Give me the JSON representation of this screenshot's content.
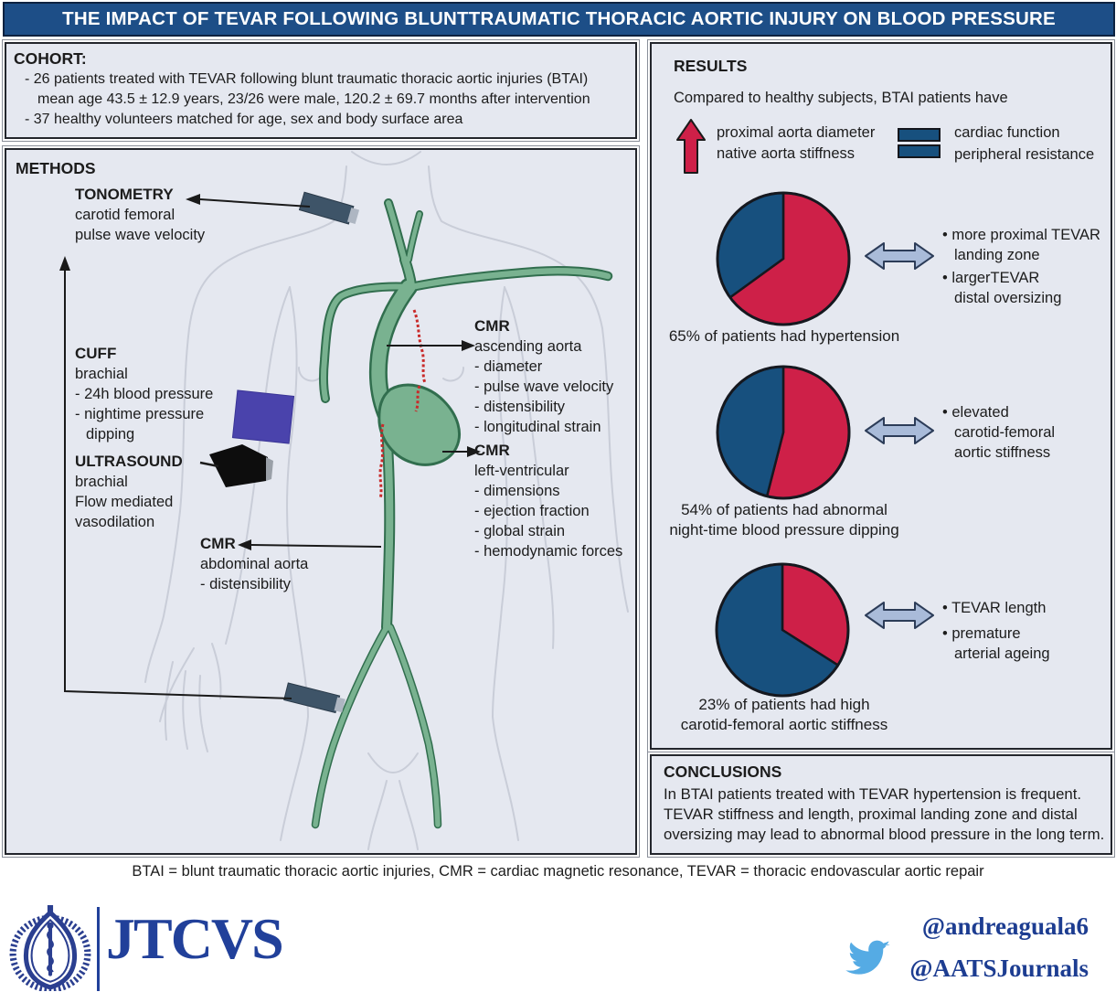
{
  "title": "THE IMPACT OF TEVAR FOLLOWING BLUNTTRAUMATIC THORACIC AORTIC INJURY ON BLOOD PRESSURE",
  "cohort": {
    "heading": "COHORT:",
    "lines": [
      "- 26 patients treated with TEVAR following blunt traumatic thoracic aortic injuries (BTAI)",
      "mean age 43.5 ± 12.9 years, 23/26 were male, 120.2 ± 69.7 months after intervention",
      "- 37 healthy volunteers matched for age, sex and body surface area"
    ]
  },
  "methods": {
    "heading": "METHODS",
    "tonometry": {
      "title": "TONOMETRY",
      "lines": [
        "carotid femoral",
        "pulse wave velocity"
      ]
    },
    "cuff": {
      "title": "CUFF",
      "lines": [
        "brachial",
        "- 24h blood pressure",
        "- nightime pressure",
        "dipping"
      ]
    },
    "ultrasound": {
      "title": "ULTRASOUND",
      "lines": [
        "brachial",
        "Flow mediated",
        "vasodilation"
      ]
    },
    "cmr_abdominal": {
      "title": "CMR",
      "lines": [
        "abdominal aorta",
        "- distensibility"
      ]
    },
    "cmr_ascending": {
      "title": "CMR",
      "lines": [
        "ascending aorta",
        "- diameter",
        "- pulse wave velocity",
        "- distensibility",
        "- longitudinal strain"
      ]
    },
    "cmr_left_ventricular": {
      "title": "CMR",
      "lines": [
        "left-ventricular",
        "- dimensions",
        "- ejection fraction",
        "- global strain",
        "- hemodynamic forces"
      ]
    }
  },
  "results": {
    "heading": "RESULTS",
    "intro": "Compared to healthy subjects, BTAI patients have",
    "legend": {
      "increase_icon": "up-arrow",
      "increase_items": [
        "proximal aorta diameter",
        "native aorta stiffness"
      ],
      "equal_icon": "double-bars",
      "equal_items": [
        "cardiac function",
        "peripheral resistance"
      ]
    }
  },
  "chart_data": [
    {
      "type": "pie",
      "caption_lines": [
        "65% of patients had hypertension"
      ],
      "slices": [
        {
          "label": "patients with hypertension",
          "value": 65,
          "color": "#ce2048"
        },
        {
          "label": "patients without hypertension",
          "value": 35,
          "color": "#17507e"
        }
      ],
      "visual_red_pct": 65,
      "associated_findings_lines": [
        "• more proximal TEVAR",
        "landing zone",
        "• largerTEVAR",
        "distal oversizing"
      ]
    },
    {
      "type": "pie",
      "caption_lines": [
        "54% of patients had abnormal",
        "night-time blood pressure dipping"
      ],
      "slices": [
        {
          "label": "abnormal night-time blood pressure dipping",
          "value": 54,
          "color": "#ce2048"
        },
        {
          "label": "normal night-time dipping",
          "value": 46,
          "color": "#17507e"
        }
      ],
      "visual_red_pct": 54,
      "associated_findings_lines": [
        "• elevated",
        "carotid-femoral",
        "aortic stiffness"
      ]
    },
    {
      "type": "pie",
      "caption_lines": [
        "23% of patients had high",
        "carotid-femoral aortic stiffness"
      ],
      "slices": [
        {
          "label": "high carotid-femoral aortic stiffness",
          "value": 23,
          "color": "#ce2048"
        },
        {
          "label": "normal carotid-femoral stiffness",
          "value": 77,
          "color": "#17507e"
        }
      ],
      "visual_red_pct": 34,
      "associated_findings_lines": [
        "• TEVAR length",
        "• premature",
        "arterial ageing"
      ]
    }
  ],
  "conclusions": {
    "heading": "CONCLUSIONS",
    "lines": [
      "In BTAI patients treated with TEVAR hypertension is frequent.",
      "TEVAR stiffness and length, proximal landing zone and distal",
      "oversizing may lead to abnormal blood pressure in the long term."
    ]
  },
  "footer_abbreviations": "BTAI = blunt traumatic thoracic aortic injuries, CMR = cardiac magnetic resonance, TEVAR = thoracic endovascular aortic repair",
  "branding": {
    "journal": "JTCVS",
    "emblem": "aats-caduceus-emblem",
    "twitter_icon": "twitter-bird",
    "handle_author": "@andreaguala6",
    "handle_journal": "@AATSJournals"
  },
  "colors": {
    "title_bar": "#1d4e87",
    "panel_bg": "#e5e8f0",
    "pie_red": "#ce2048",
    "pie_blue": "#17507e",
    "assoc_arrow": "#a9bbd9",
    "cuff_blue": "#4a43ac",
    "aorta_green": "#79b290",
    "brand_blue": "#21409a",
    "twitter_blue": "#55abe4"
  }
}
